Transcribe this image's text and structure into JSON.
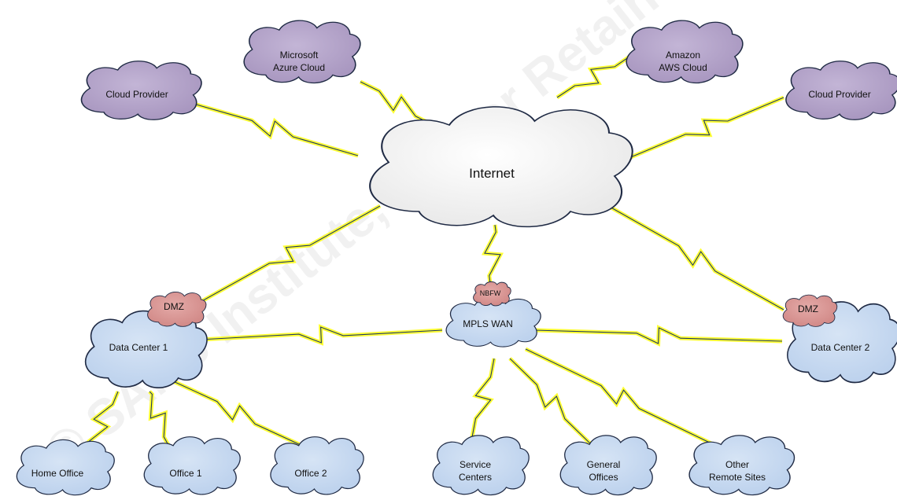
{
  "diagram": {
    "watermark": "© SANS Institute, Author Retains Full Rights",
    "nodes": {
      "internet": {
        "label": "Internet"
      },
      "azure": {
        "line1": "Microsoft",
        "line2": "Azure Cloud"
      },
      "aws": {
        "line1": "Amazon",
        "line2": "AWS Cloud"
      },
      "cloud_provider_left": {
        "label": "Cloud Provider"
      },
      "cloud_provider_right": {
        "label": "Cloud Provider"
      },
      "dmz_left": {
        "label": "DMZ"
      },
      "dmz_right": {
        "label": "DMZ"
      },
      "nbfw": {
        "label": "NBFW"
      },
      "mpls": {
        "label": "MPLS WAN"
      },
      "dc1": {
        "label": "Data Center 1"
      },
      "dc2": {
        "label": "Data Center 2"
      },
      "home_office": {
        "label": "Home Office"
      },
      "office1": {
        "label": "Office 1"
      },
      "office2": {
        "label": "Office 2"
      },
      "service_centers": {
        "line1": "Service",
        "line2": "Centers"
      },
      "general_offices": {
        "line1": "General",
        "line2": "Offices"
      },
      "other_sites": {
        "line1": "Other",
        "line2": "Remote Sites"
      }
    },
    "colors": {
      "internet_fill": "#f2f2f2",
      "cloud_provider_fill": "#b3a2c7",
      "site_fill": "#c6d9f1",
      "dmz_fill": "#d99694",
      "outline": "#1f2a44",
      "link_line": "#1f3864",
      "bolt_fill": "#ffff33"
    }
  }
}
